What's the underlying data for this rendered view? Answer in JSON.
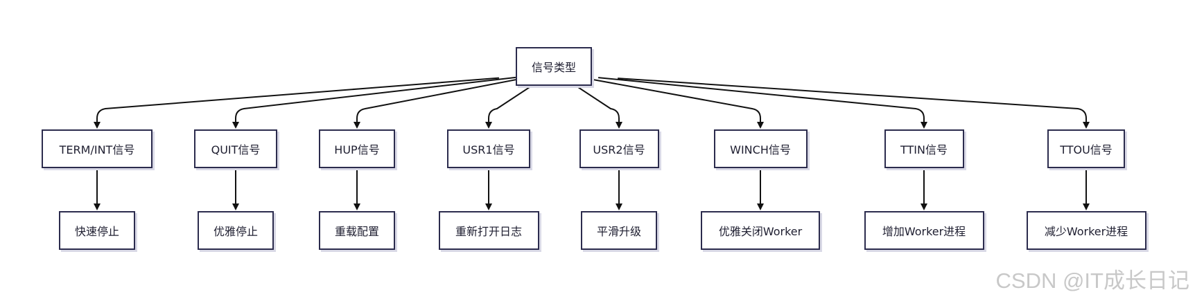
{
  "root": {
    "label": "信号类型"
  },
  "signals": [
    {
      "label": "TERM/INT信号",
      "action": "快速停止"
    },
    {
      "label": "QUIT信号",
      "action": "优雅停止"
    },
    {
      "label": "HUP信号",
      "action": "重载配置"
    },
    {
      "label": "USR1信号",
      "action": "重新打开日志"
    },
    {
      "label": "USR2信号",
      "action": "平滑升级"
    },
    {
      "label": "WINCH信号",
      "action": "优雅关闭Worker"
    },
    {
      "label": "TTIN信号",
      "action": "增加Worker进程"
    },
    {
      "label": "TTOU信号",
      "action": "减少Worker进程"
    }
  ],
  "watermark": "CSDN @IT成长日记",
  "colors": {
    "stroke": "#2b2b4d",
    "edge": "#111111",
    "watermark": "#c8c8c8"
  }
}
